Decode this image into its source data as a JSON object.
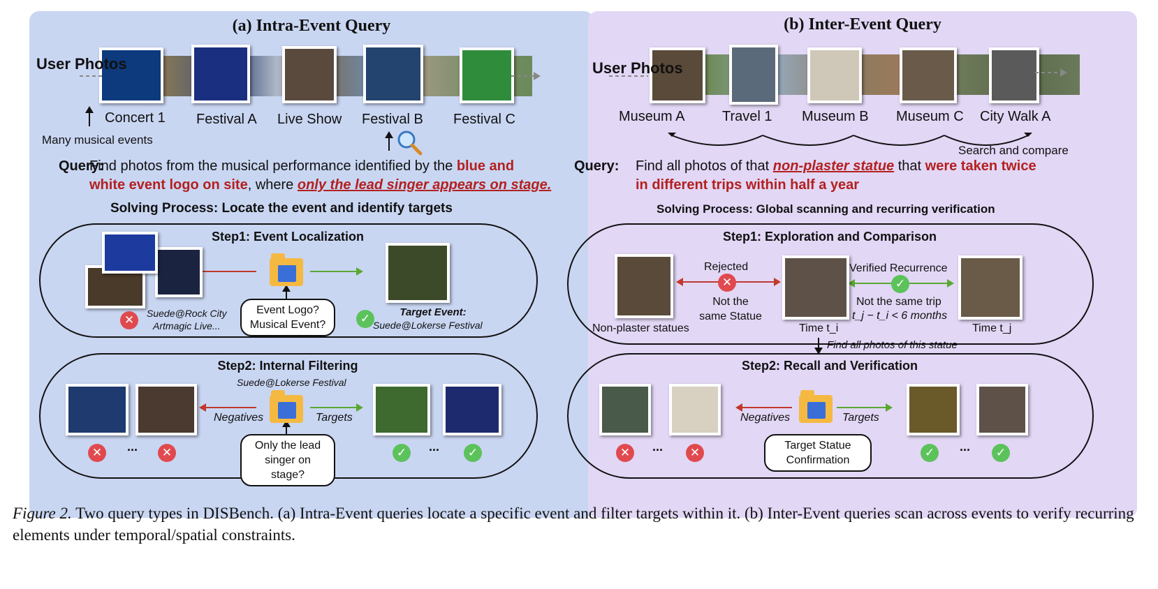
{
  "panel_a": {
    "title": "(a) Intra-Event Query",
    "user_photos": "User Photos",
    "events": [
      "Concert 1",
      "Festival A",
      "Live Show",
      "Festival B",
      "Festival C"
    ],
    "many_events": "Many musical events",
    "query_label": "Query:",
    "query": {
      "p1": "Find photos from the musical performance identified by the ",
      "h1": "blue and",
      "h2": "white event logo on site",
      "p2": ", where ",
      "h3": "only the lead singer appears on stage."
    },
    "solving": "Solving Process: Locate the event and identify targets",
    "step1": {
      "title": "Step1: Event Localization",
      "question_1": "Event Logo?",
      "question_2": "Musical Event?",
      "reject_1": "Suede@Rock City",
      "reject_2": "Artmagic Live...",
      "target_label": "Target Event:",
      "target_name": "Suede@Lokerse Festival"
    },
    "step2": {
      "title": "Step2: Internal Filtering",
      "subtitle": "Suede@Lokerse Festival",
      "negatives": "Negatives",
      "targets": "Targets",
      "question_1": "Only the lead",
      "question_2": "singer on stage?",
      "ellipsis": "..."
    }
  },
  "panel_b": {
    "title": "(b) Inter-Event Query",
    "user_photos": "User Photos",
    "events": [
      "Museum A",
      "Travel 1",
      "Museum B",
      "Museum C",
      "City Walk A"
    ],
    "search_compare": "Search and compare",
    "query_label": "Query:",
    "query": {
      "p1": "Find all photos of that ",
      "h1": "non-plaster statue",
      "p2": " that ",
      "h2": "were taken twice",
      "h3": "in different trips within half a year"
    },
    "solving": "Solving Process: Global scanning and recurring verification",
    "step1": {
      "title": "Step1: Exploration and Comparison",
      "rejected": "Rejected",
      "not_statue_1": "Not the",
      "not_statue_2": "same Statue",
      "verified": "Verified Recurrence",
      "not_trip": "Not the same trip",
      "constraint": "t_j − t_i < 6 months",
      "non_plaster": "Non-plaster statues",
      "time_i": "Time t_i",
      "time_j": "Time t_j"
    },
    "find_all": "Find all photos of this statue",
    "step2": {
      "title": "Step2: Recall and Verification",
      "negatives": "Negatives",
      "targets": "Targets",
      "confirm_1": "Target Statue",
      "confirm_2": "Confirmation",
      "ellipsis": "..."
    }
  },
  "caption": {
    "label": "Figure 2.",
    "text": " Two query types in DISBench. (a) Intra-Event queries locate a specific event and filter targets within it. (b) Inter-Event queries scan across events to verify recurring elements under temporal/spatial constraints."
  },
  "colors": {
    "panel_a": "#c9d6f2",
    "panel_b": "#e2d7f5",
    "highlight": "#b3201f",
    "reject": "#e04a4f",
    "accept": "#5cc25b",
    "arrow_red": "#c0392b",
    "arrow_green": "#5aa832"
  }
}
